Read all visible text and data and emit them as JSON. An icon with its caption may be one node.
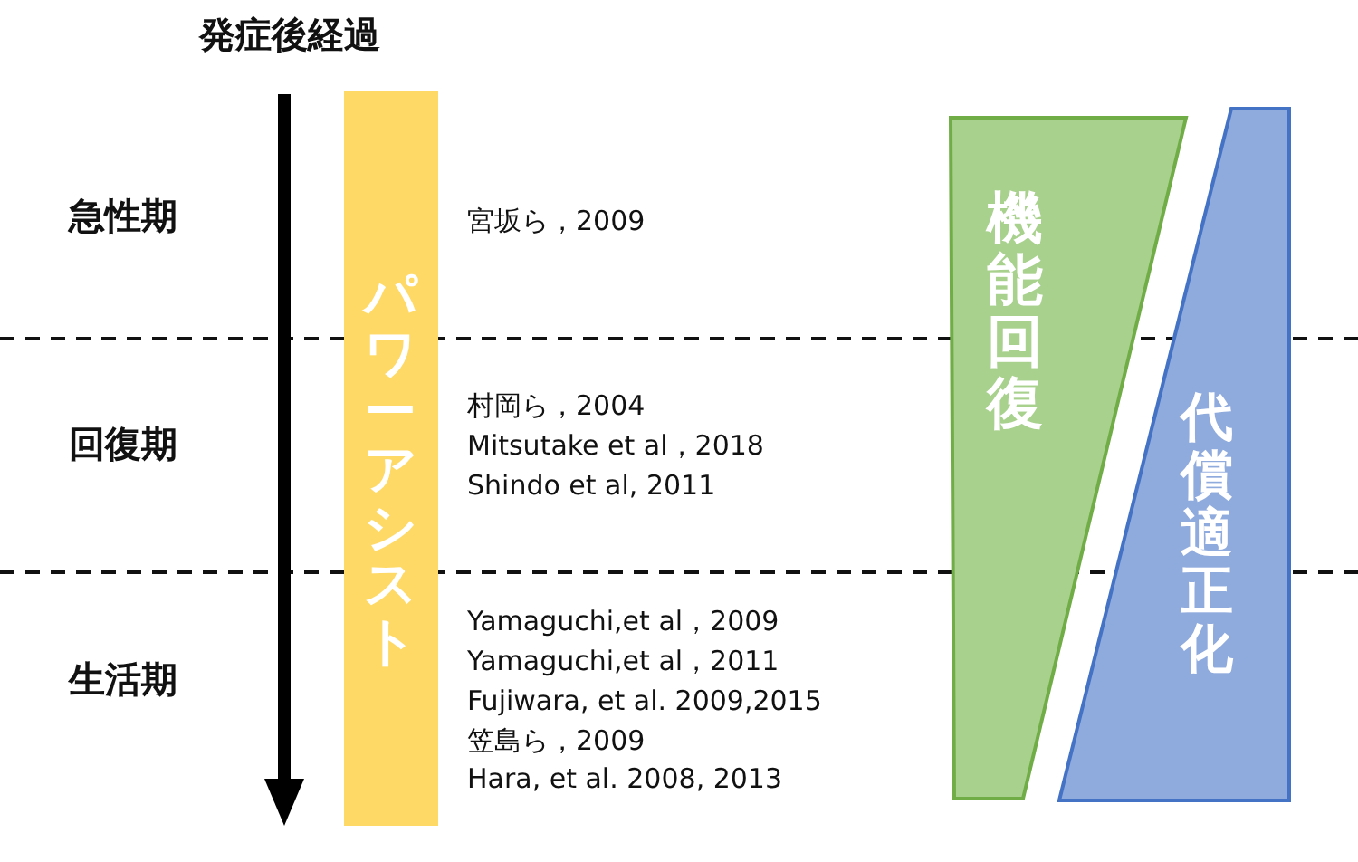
{
  "diagram": {
    "title": "発症後経過",
    "nodes": [
      {
        "text": [
          "パワーアシスト"
        ]
      },
      {
        "text": [
          "機能回復"
        ]
      },
      {
        "text": [
          "代償適正化"
        ]
      }
    ],
    "edges": [],
    "labels": [
      "急性期",
      "宮坂ら，2009",
      "回復期",
      "村岡ら，2004",
      "Mitsutake et al，2018",
      "Shindo et al, 2011",
      "生活期",
      "Yamaguchi,et al，2009",
      "Yamaguchi,et al，2011",
      "Fujiwara, et al. 2009,2015",
      "笠島ら，2009",
      "Hara, et al. 2008, 2013"
    ]
  }
}
